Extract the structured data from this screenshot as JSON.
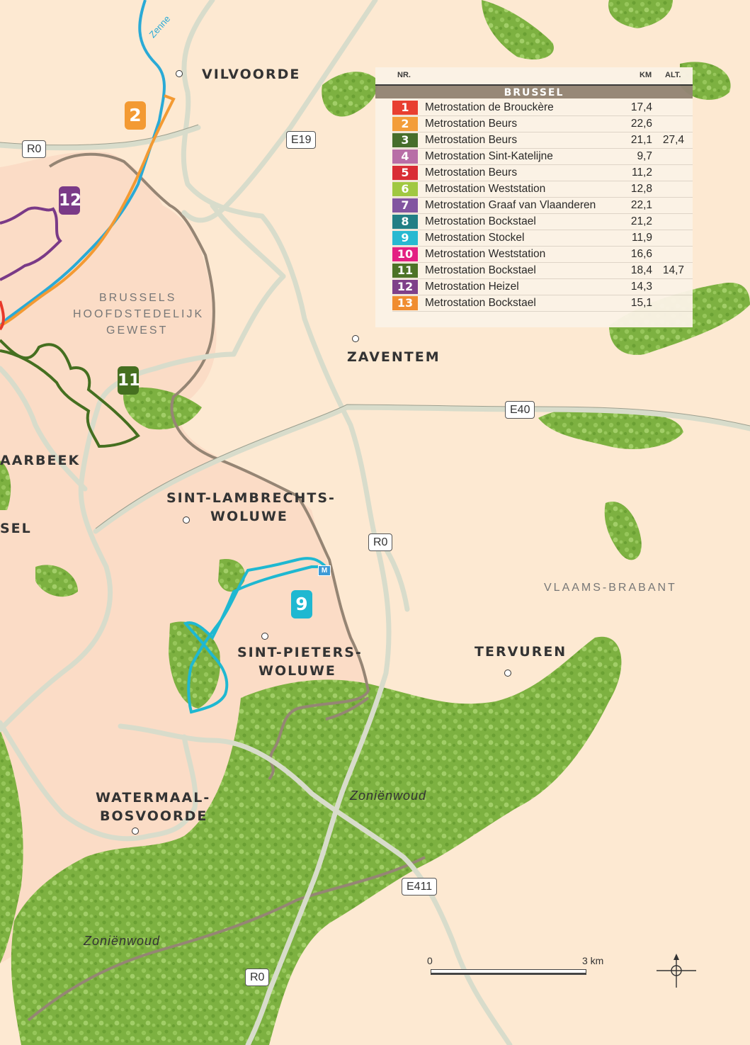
{
  "places": {
    "vilvoorde": "VILVOORDE",
    "zaventem": "ZAVENTEM",
    "schaarbeek": "AARBEEK",
    "brussel": "SEL",
    "sint_lambrechts_1": "SINT-LAMBRECHTS-",
    "sint_lambrechts_2": "WOLUWE",
    "sint_pieters_1": "SINT-PIETERS-",
    "sint_pieters_2": "WOLUWE",
    "tervuren": "TERVUREN",
    "watermaal_1": "WATERMAAL-",
    "watermaal_2": "BOSVOORDE"
  },
  "regions": {
    "brussels_1": "BRUSSELS",
    "brussels_2": "HOOFDSTEDELIJK",
    "brussels_3": "GEWEST",
    "vlaams_brabant": "VLAAMS-BRABANT"
  },
  "forests": {
    "zonienwoud_east": "Zoniënwoud",
    "zonienwoud_west": "Zoniënwoud"
  },
  "river": "Zenne",
  "roads": {
    "r0_north": "R0",
    "e19": "E19",
    "e40": "E40",
    "r0_east": "R0",
    "e411": "E411",
    "r0_south": "R0"
  },
  "route_badges": {
    "b2": "2",
    "b12": "12",
    "b11": "11",
    "b9": "9"
  },
  "metro_symbol": "M",
  "scale": {
    "start": "0",
    "end": "3 km"
  },
  "legend": {
    "col_nr": "NR.",
    "col_km": "KM",
    "col_alt": "ALT.",
    "region": "BRUSSEL",
    "routes": [
      {
        "nr": "1",
        "name": "Metrostation de Brouckère",
        "km": "17,4",
        "alt": "",
        "color": "#e8392a"
      },
      {
        "nr": "2",
        "name": "Metrostation Beurs",
        "km": "22,6",
        "alt": "",
        "color": "#f39a33"
      },
      {
        "nr": "3",
        "name": "Metrostation Beurs",
        "km": "21,1",
        "alt": "27,4",
        "color": "#3f6a25"
      },
      {
        "nr": "4",
        "name": "Metrostation Sint-Katelijne",
        "km": "9,7",
        "alt": "",
        "color": "#b66aa5"
      },
      {
        "nr": "5",
        "name": "Metrostation Beurs",
        "km": "11,2",
        "alt": "",
        "color": "#d8262e"
      },
      {
        "nr": "6",
        "name": "Metrostation Weststation",
        "km": "12,8",
        "alt": "",
        "color": "#9dc73c"
      },
      {
        "nr": "7",
        "name": "Metrostation Graaf van Vlaanderen",
        "km": "22,1",
        "alt": "",
        "color": "#7e4f9f"
      },
      {
        "nr": "8",
        "name": "Metrostation Bockstael",
        "km": "21,2",
        "alt": "",
        "color": "#1a7b82"
      },
      {
        "nr": "9",
        "name": "Metrostation Stockel",
        "km": "11,9",
        "alt": "",
        "color": "#1fb8d1"
      },
      {
        "nr": "10",
        "name": "Metrostation Weststation",
        "km": "16,6",
        "alt": "",
        "color": "#e2197f"
      },
      {
        "nr": "11",
        "name": "Metrostation Bockstael",
        "km": "18,4",
        "alt": "14,7",
        "color": "#456f20"
      },
      {
        "nr": "12",
        "name": "Metrostation Heizel",
        "km": "14,3",
        "alt": "",
        "color": "#7a3a87"
      },
      {
        "nr": "13",
        "name": "Metrostation Bockstael",
        "km": "15,1",
        "alt": "",
        "color": "#f08a2a"
      }
    ]
  },
  "colors": {
    "background": "#fde9d2",
    "brussels_region": "#fbdcc6",
    "forest": "#7db141",
    "road": "#d8dccb",
    "border": "#958574",
    "river": "#2aaad6"
  }
}
